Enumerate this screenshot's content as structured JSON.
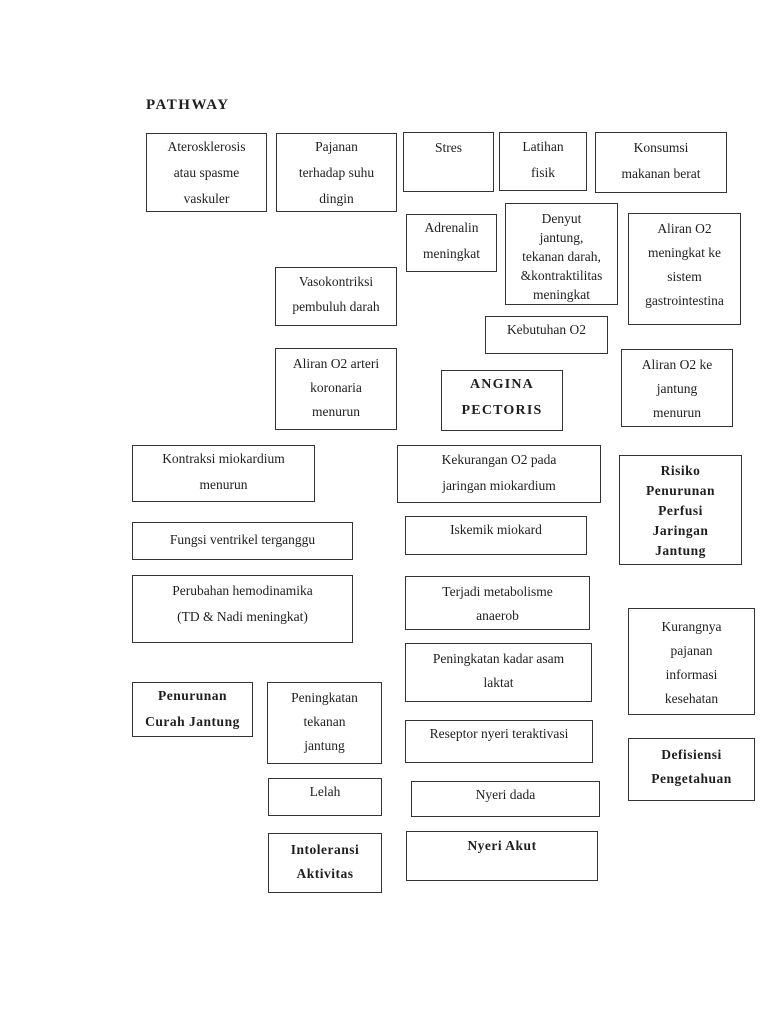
{
  "document": {
    "heading": "PATHWAY",
    "colors": {
      "page_background": "#ffffff",
      "ink": "#1f1f1f",
      "box_border": "#333333"
    },
    "nodes": {
      "aterosklerosis": "Aterosklerosis\natau spasme\nvaskuler",
      "pajanan_suhu": "Pajanan\nterhadap suhu\ndingin",
      "stres": "Stres",
      "latihan_fisik": "Latihan\nfisik",
      "konsumsi_makanan": "Konsumsi\nmakanan berat",
      "adrenalin": "Adrenalin\nmeningkat",
      "denyut_jantung": "Denyut\njantung,\ntekanan darah,\n&kontraktilitas\nmeningkat",
      "aliran_o2_gastro": "Aliran O2\nmeningkat ke\nsistem\ngastrointestina",
      "vasokontriksi": "Vasokontriksi\npembuluh darah",
      "kebutuhan_o2": "Kebutuhan O2",
      "aliran_o2_arteri": "Aliran O2 arteri\nkoronaria\nmenurun",
      "angina_pectoris": "ANGINA\nPECTORIS",
      "aliran_o2_jantung": "Aliran O2 ke\njantung\nmenurun",
      "kontraksi_miokardium": "Kontraksi miokardium\nmenurun",
      "kekurangan_o2": "Kekurangan O2 pada\njaringan miokardium",
      "risiko_perfusi": "Risiko\nPenurunan\nPerfusi\nJaringan\nJantung",
      "fungsi_ventrikel": "Fungsi ventrikel terganggu",
      "iskemik_miokard": "Iskemik miokard",
      "perubahan_hemodinamika": "Perubahan hemodinamika\n(TD & Nadi meningkat)",
      "terjadi_metabolisme": "Terjadi metabolisme\nanaerob",
      "kurangnya_pajanan": "Kurangnya\npajanan\ninformasi\nkesehatan",
      "peningkatan_laktat": "Peningkatan kadar asam\nlaktat",
      "penurunan_curah": "Penurunan\nCurah Jantung",
      "peningkatan_tekanan": "Peningkatan\ntekanan\njantung",
      "reseptor_nyeri": "Reseptor nyeri teraktivasi",
      "defisiensi_pengetahuan": "Defisiensi\nPengetahuan",
      "lelah": "Lelah",
      "nyeri_dada": "Nyeri dada",
      "intoleransi": "Intoleransi\nAktivitas",
      "nyeri_akut": "Nyeri Akut"
    }
  }
}
